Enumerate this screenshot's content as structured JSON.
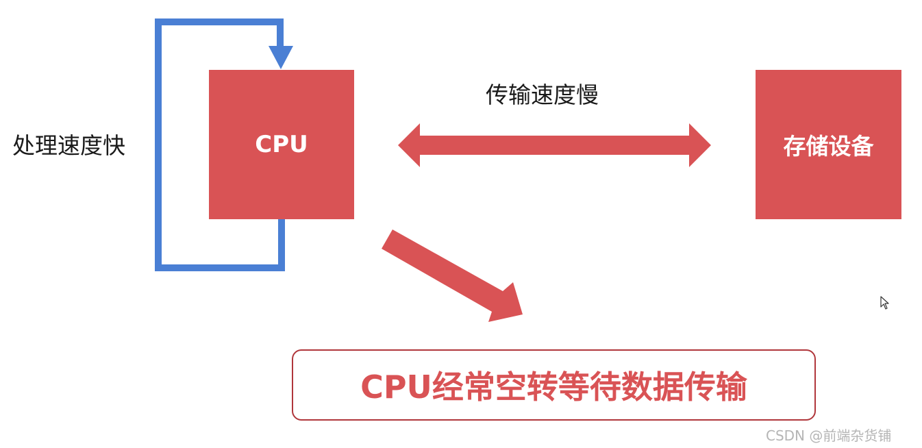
{
  "colors": {
    "block_red": "#d95355",
    "loop_blue": "#4a7fd4",
    "conclusion_text": "#d95355",
    "conclusion_border": "#b0363b"
  },
  "cpu_box": {
    "label": "CPU"
  },
  "storage_box": {
    "label": "存储设备"
  },
  "labels": {
    "processing_speed": "处理速度快",
    "transfer_speed": "传输速度慢"
  },
  "conclusion": {
    "text": "CPU经常空转等待数据传输"
  },
  "watermark": {
    "text": "CSDN @前端杂货铺"
  },
  "icons": {
    "loop_arrow": "loop-arrow-icon",
    "double_arrow": "double-arrow-icon",
    "result_arrow": "result-arrow-icon",
    "cursor": "mouse-cursor-icon"
  }
}
